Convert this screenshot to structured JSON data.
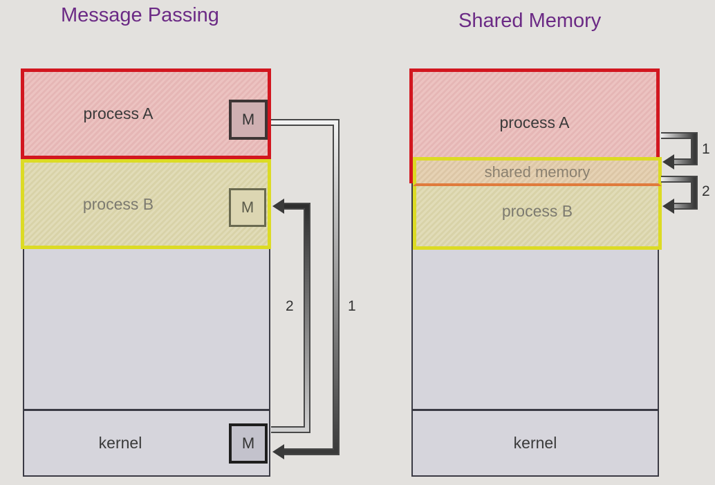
{
  "left": {
    "title": "Message Passing",
    "process_a": "process A",
    "process_b": "process B",
    "kernel": "kernel",
    "message_label": "M",
    "arrow_1": "1",
    "arrow_2": "2"
  },
  "right": {
    "title": "Shared Memory",
    "process_a": "process A",
    "shared_memory": "shared memory",
    "process_b": "process B",
    "kernel": "kernel",
    "arrow_1": "1",
    "arrow_2": "2"
  },
  "colors": {
    "title": "#6b2a85",
    "process_a_border": "#d2161f",
    "process_b_border": "#dcdb24",
    "memory_fill": "#d6d5dc"
  }
}
